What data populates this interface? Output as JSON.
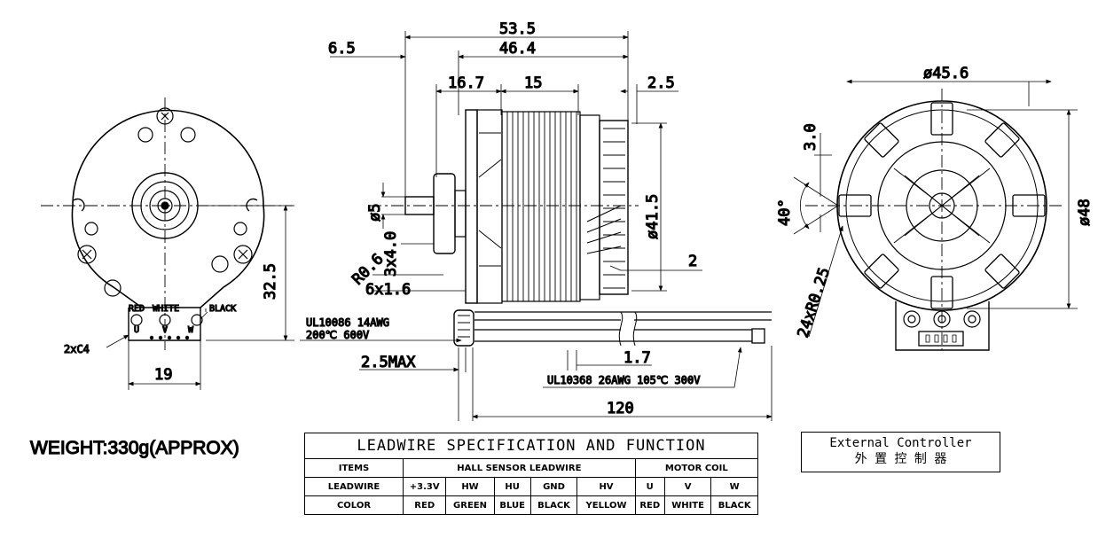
{
  "dimensions": {
    "d53_5": "53.5",
    "d46_4": "46.4",
    "d6_5": "6.5",
    "d16_7": "16.7",
    "d15": "15",
    "d2_5": "2.5",
    "phi41_5": "ø41.5",
    "phi5": "ø5",
    "d3x4_0": "3x4.0",
    "r0_6": "R0.6",
    "d6x1_6": "6x1.6",
    "d2": "2",
    "d2_5max": "2.5MAX",
    "d1_7": "1.7",
    "d120": "120",
    "d32_5": "32.5",
    "d2xc4": "2xC4",
    "d19": "19",
    "phi45_6": "ø45.6",
    "d3_0": "3.0",
    "d40deg": "40°",
    "phi48": "ø48",
    "d24xr0_25": "24xR0.25"
  },
  "wire_labels": {
    "ul10086_line1": "UL10086 14AWG",
    "ul10086_line2": "200℃ 600V",
    "ul10368": "UL10368 26AWG 105℃ 300V"
  },
  "connector_labels": {
    "red": "RED",
    "white": "WHITE",
    "black": "BLACK",
    "u": "U",
    "v": "V",
    "w": "W"
  },
  "weight": "WEIGHT:330g(APPROX)",
  "spec_table": {
    "title": "LEADWIRE SPECIFICATION AND FUNCTION",
    "items_label": "ITEMS",
    "hall_group": "HALL SENSOR LEADWIRE",
    "motor_group": "MOTOR COIL",
    "leadwire_label": "LEADWIRE",
    "color_label": "COLOR",
    "leadwire": [
      "+3.3V",
      "HW",
      "HU",
      "GND",
      "HV",
      "U",
      "V",
      "W"
    ],
    "color": [
      "RED",
      "GREEN",
      "BLUE",
      "BLACK",
      "YELLOW",
      "RED",
      "WHITE",
      "BLACK"
    ]
  },
  "controller": {
    "line1": "External Controller",
    "line2": "外 置 控 制 器"
  }
}
